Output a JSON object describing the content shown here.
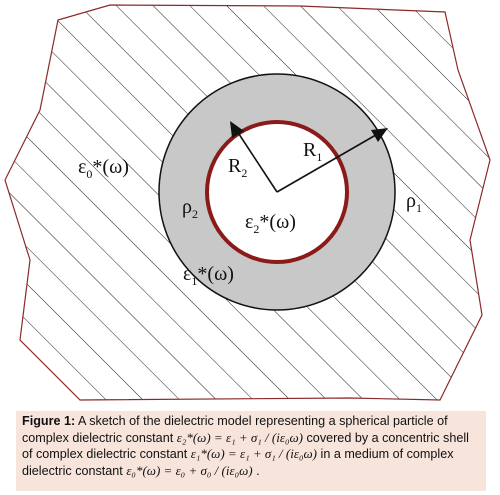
{
  "figure": {
    "labels": {
      "eps0": "ε",
      "eps0_sub": "0",
      "eps0_tail": "*(ω)",
      "eps1": "ε",
      "eps1_sub": "1",
      "eps1_tail": "*(ω)",
      "eps2": "ε",
      "eps2_sub": "2",
      "eps2_tail": "*(ω)",
      "R1": "R",
      "R1_sub": "1",
      "R2": "R",
      "R2_sub": "2",
      "rho1": "ρ",
      "rho1_sub": "1",
      "rho2": "ρ",
      "rho2_sub": "2"
    },
    "colors": {
      "medium_border": "#8b2a2a",
      "shell_fill": "#c8c8c8",
      "core_border": "#8b1a1a",
      "hatch": "#222222"
    }
  },
  "caption": {
    "label": "Figure 1:",
    "part1": " A sketch of the dielectric model representing a spherical particle of complex dielectric constant ",
    "formula1": "ε₂*(ω) = ε₁ + σ₁ / (iε₀ω)",
    "part2": " covered by a concentric shell of complex dielectric constant ",
    "formula2": "ε₁*(ω) = ε₁ + σ₁ / (iε₀ω)",
    "part3": " in a medium of complex dielectric constant ",
    "formula3": "ε₀*(ω) = ε₀ + σ₀ / (iε₀ω)",
    "end": " ."
  }
}
